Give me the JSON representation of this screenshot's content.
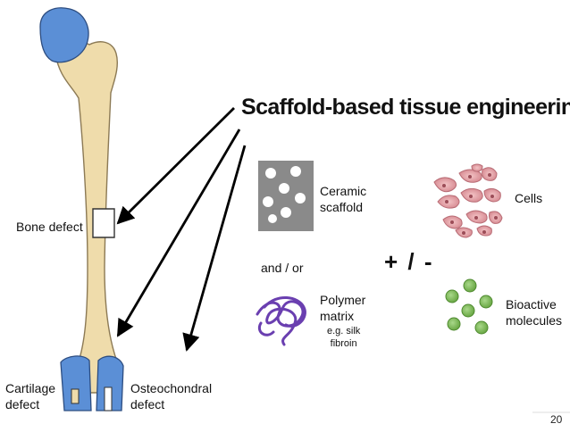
{
  "title": "Scaffold-based tissue engineering",
  "labels": {
    "bone_defect": "Bone defect",
    "cartilage_defect_line1": "Cartilage",
    "cartilage_defect_line2": "defect",
    "osteochondral_line1": "Osteochondral",
    "osteochondral_line2": "defect",
    "ceramic_line1": "Ceramic",
    "ceramic_line2": "scaffold",
    "and_or": "and / or",
    "polymer_line1": "Polymer",
    "polymer_line2": "matrix",
    "polymer_note_line1": "e.g. silk",
    "polymer_note_line2": "fibroin",
    "plus_minus": "+ / -",
    "cells": "Cells",
    "bioactive_line1": "Bioactive",
    "bioactive_line2": "molecules"
  },
  "page_number": "20",
  "colors": {
    "bone": "#efdcab",
    "bone_outline": "#8c7a55",
    "cartilage": "#5b8fd6",
    "ceramic_box": "#8a8a8a",
    "polymer": "#6a3fb0",
    "cells": "#d98f96",
    "molecules": "#7dbb55"
  }
}
